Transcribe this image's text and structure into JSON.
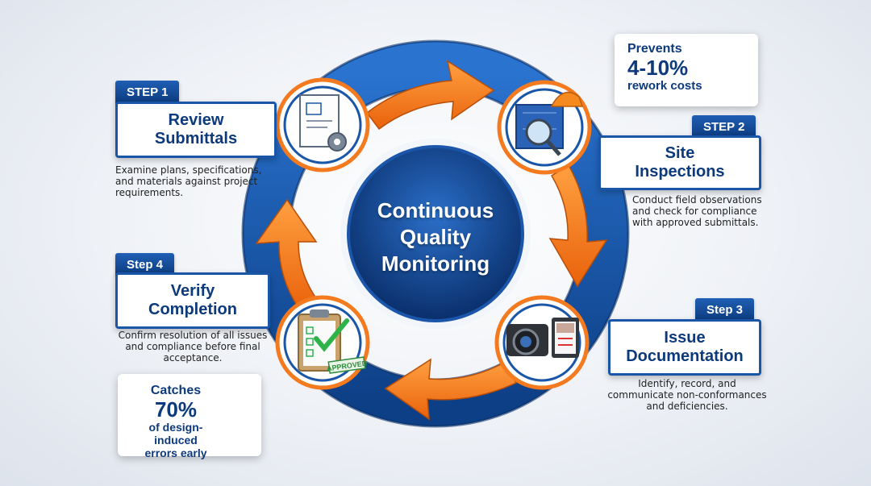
{
  "center": {
    "title_line1": "Continuous",
    "title_line2": "Quality",
    "title_line3": "Monitoring"
  },
  "steps": [
    {
      "tag": "STEP 1",
      "title_line1": "Review",
      "title_line2": "Submittals",
      "desc_line1": "Examine plans, specifications,",
      "desc_line2": "and materials against project",
      "desc_line3": "requirements.",
      "icon": "document-icon"
    },
    {
      "tag": "STEP 2",
      "title_line1": "Site",
      "title_line2": "Inspections",
      "desc_line1": "Conduct field observations",
      "desc_line2": "and check for compliance",
      "desc_line3": "with approved submittals.",
      "icon": "inspection-icon"
    },
    {
      "tag": "Step 3",
      "title_line1": "Issue",
      "title_line2": "Documentation",
      "desc_line1": "Identify, record, and",
      "desc_line2": "communicate non-conformances",
      "desc_line3": "and deficiencies.",
      "icon": "camera-icon"
    },
    {
      "tag": "Step 4",
      "title_line1": "Verify",
      "title_line2": "Completion",
      "desc_line1": "Confirm resolution of all issues",
      "desc_line2": "and compliance before final",
      "desc_line3": "acceptance.",
      "icon": "clipboard-icon"
    }
  ],
  "callout_top": {
    "line1": "Prevents",
    "line2": "4-10%",
    "line3": "rework costs",
    "icon": "cost-down-icon"
  },
  "callout_bottom": {
    "line1": "Catches",
    "line2": "70%",
    "line3": "of design-induced",
    "line4": "errors early",
    "icon": "magnifier-blueprint-icon"
  },
  "approved_stamp": "APPROVED",
  "colors": {
    "ring_blue": "#1a56a8",
    "ring_dark": "#0c3a7c",
    "arrow_orange": "#f47a1f",
    "accent_green": "#2db34a"
  }
}
